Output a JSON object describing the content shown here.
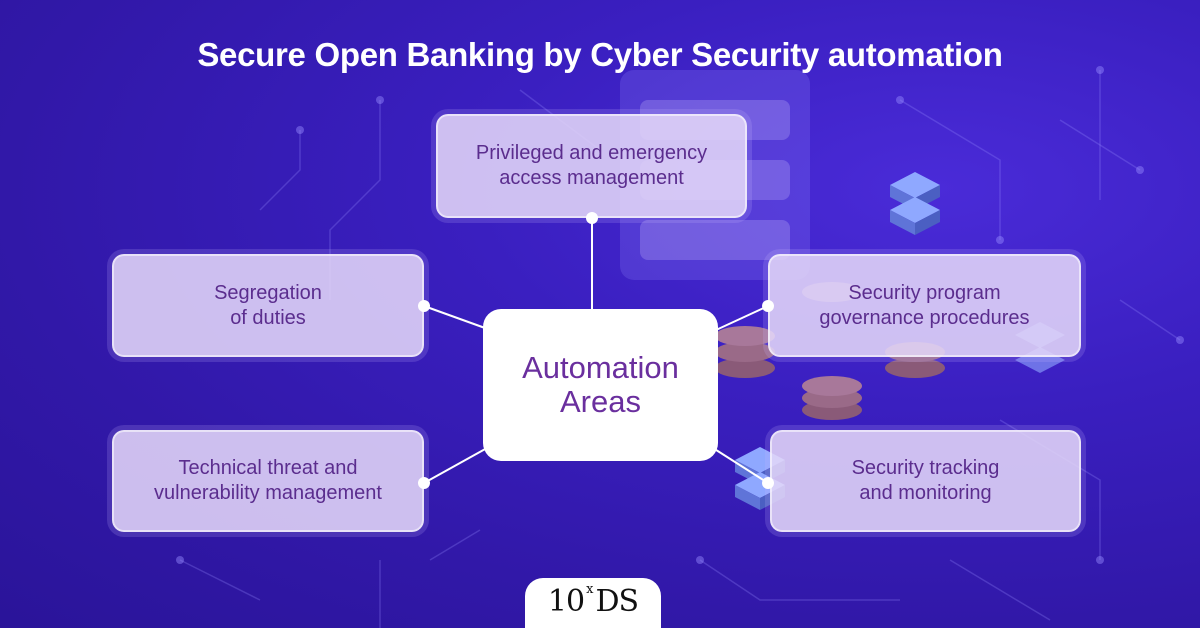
{
  "title": "Secure Open Banking by Cyber Security automation",
  "center": {
    "line1": "Automation",
    "line2": "Areas"
  },
  "areas": {
    "top": {
      "line1": "Privileged and emergency",
      "line2": "access management"
    },
    "left_upper": {
      "line1": "Segregation",
      "line2": "of duties"
    },
    "right_upper": {
      "line1": "Security program",
      "line2": "governance procedures"
    },
    "left_lower": {
      "line1": "Technical threat and",
      "line2": "vulnerability management"
    },
    "right_lower": {
      "line1": "Security tracking",
      "line2": "and monitoring"
    }
  },
  "logo": {
    "main": "10",
    "sup": "x",
    "suffix": "DS"
  },
  "colors": {
    "background": "#3a1fc0",
    "box_fill": "#e2d6f8",
    "text": "#5b2d8e",
    "center_text": "#6a2f9e"
  }
}
